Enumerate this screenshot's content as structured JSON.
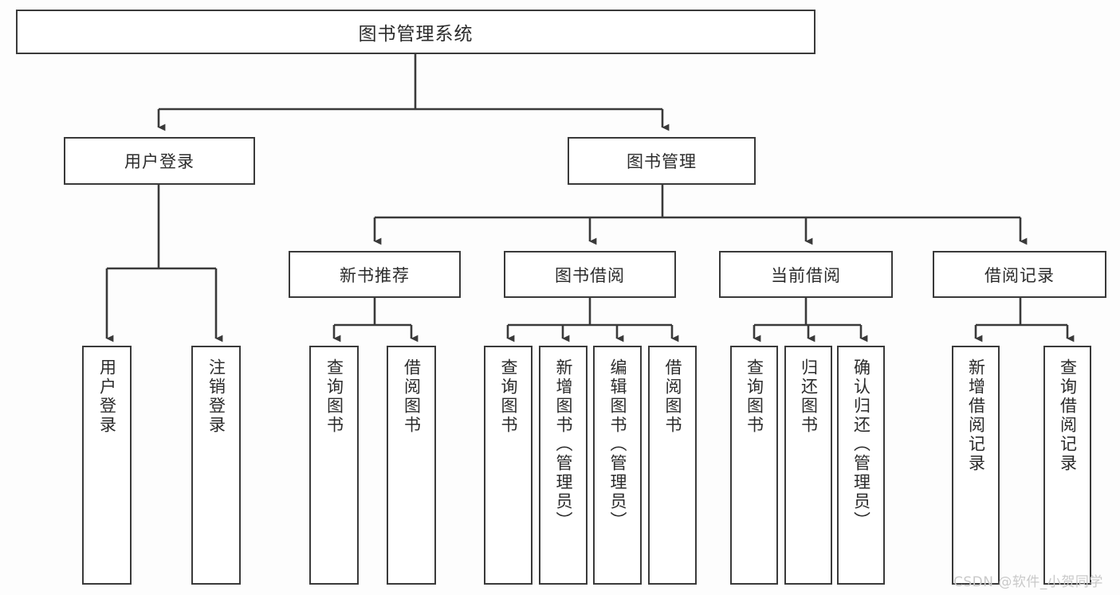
{
  "diagram": {
    "title": "图书管理系统",
    "type": "hierarchy-tree",
    "root": {
      "label": "图书管理系统"
    },
    "level2": [
      {
        "label": "用户登录"
      },
      {
        "label": "图书管理"
      }
    ],
    "level3": [
      {
        "label": "新书推荐"
      },
      {
        "label": "图书借阅"
      },
      {
        "label": "当前借阅"
      },
      {
        "label": "借阅记录"
      }
    ],
    "leaves": {
      "user_login": [
        {
          "label": "用户登录"
        },
        {
          "label": "注销登录"
        }
      ],
      "new_book_recommend": [
        {
          "label": "查询图书"
        },
        {
          "label": "借阅图书"
        }
      ],
      "book_borrow": [
        {
          "label": "查询图书"
        },
        {
          "label": "新增图书（管理员）"
        },
        {
          "label": "编辑图书（管理员）"
        },
        {
          "label": "借阅图书"
        }
      ],
      "current_borrow": [
        {
          "label": "查询图书"
        },
        {
          "label": "归还图书"
        },
        {
          "label": "确认归还（管理员）"
        }
      ],
      "borrow_records": [
        {
          "label": "新增借阅记录"
        },
        {
          "label": "查询借阅记录"
        }
      ]
    }
  },
  "watermark": {
    "text": "CSDN @软件_小贺同学"
  },
  "colors": {
    "border": "#3a3a3a",
    "text": "#2b2b2b",
    "background": "#ffffff",
    "watermark": "#c9c9c9"
  }
}
